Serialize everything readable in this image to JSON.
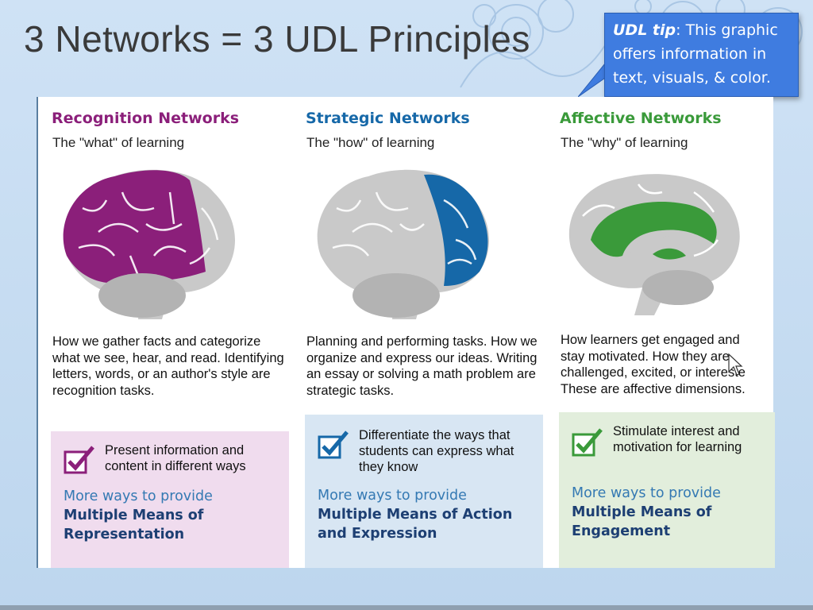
{
  "slide": {
    "title": "3 Networks = 3 UDL Principles"
  },
  "callout": {
    "label_bold": "UDL tip",
    "text": ": This graphic offers information in text, visuals, & color."
  },
  "columns": [
    {
      "title": "Recognition Networks",
      "subtitle": "The \"what\" of learning",
      "color": "#8b1f7a",
      "description": "How we gather facts and categorize what we see, hear, and read. Identifying letters, words, or an author's style are recognition tasks.",
      "box_text": "Present information and content in different ways",
      "more_lead": "More ways to provide",
      "more_bold_1": "Multiple Means of",
      "more_bold_2": "Representation",
      "brain_icon": "brain-side-view-icon"
    },
    {
      "title": "Strategic Networks",
      "subtitle": "The \"how\" of learning",
      "color": "#1668a8",
      "description": "Planning and performing tasks. How we organize and express our ideas. Writing an essay or solving a math problem are strategic tasks.",
      "box_text": "Differentiate the ways that students can express what they know",
      "more_lead": "More ways to provide",
      "more_bold_1": "Multiple Means of Action",
      "more_bold_2": "and Expression",
      "brain_icon": "brain-side-view-icon"
    },
    {
      "title": "Affective Networks",
      "subtitle": "The \"why\" of learning",
      "color": "#3a9a3a",
      "description_lines": [
        "How learners get engaged and",
        "stay motivated. How they are",
        "challenged, excited, or intereste",
        "These are affective dimensions."
      ],
      "box_text": "Stimulate interest and motivation for learning",
      "more_lead": "More ways to provide",
      "more_bold_1": "Multiple Means of",
      "more_bold_2": "Engagement",
      "brain_icon": "brain-midsagittal-icon"
    }
  ]
}
